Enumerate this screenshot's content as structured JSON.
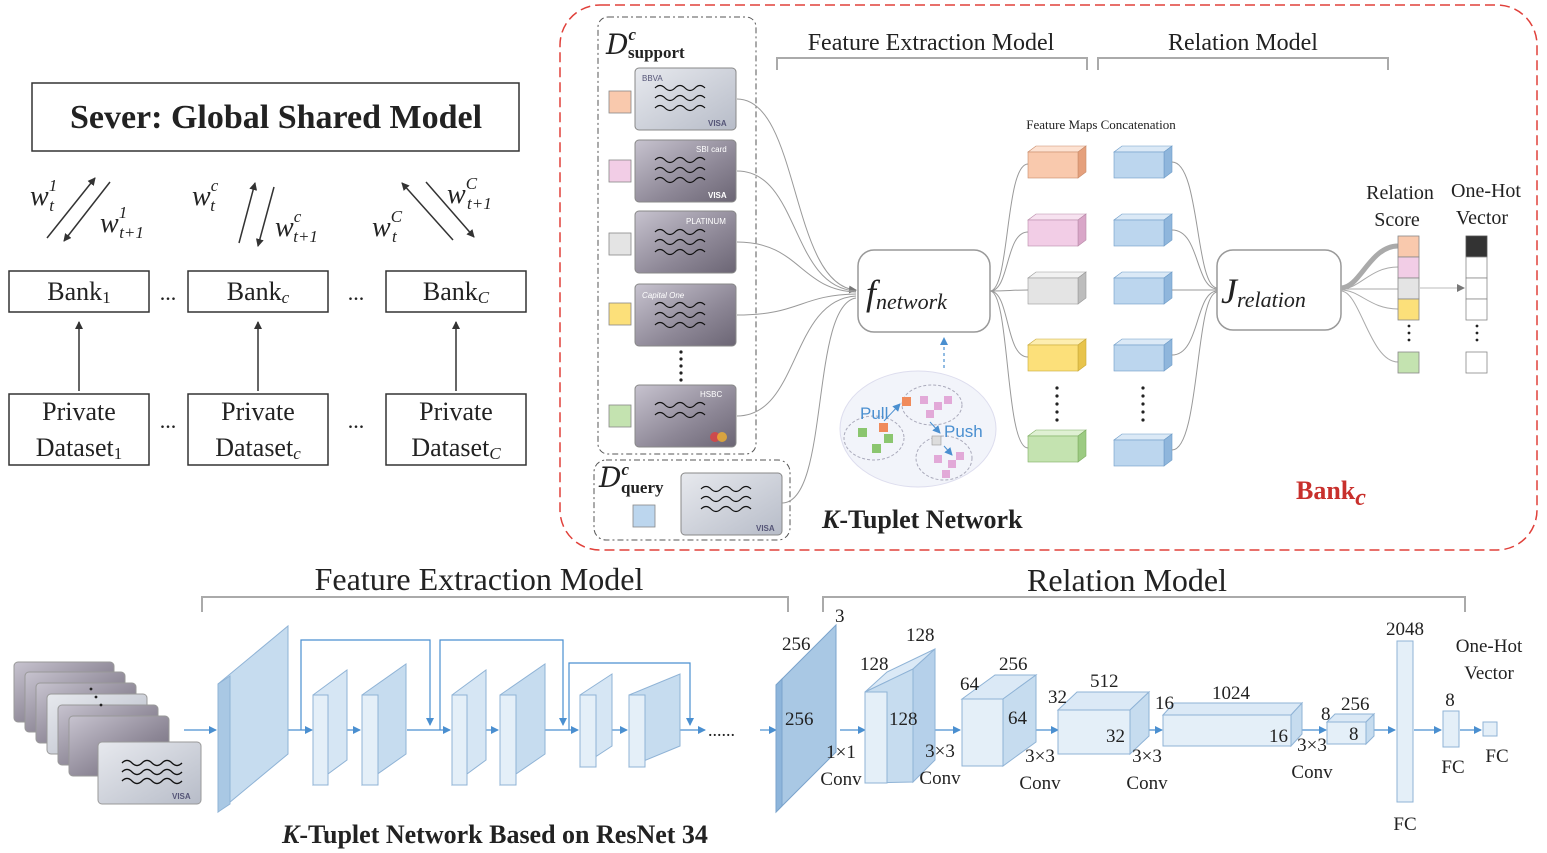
{
  "server": {
    "title": "Sever: Global Shared Model"
  },
  "weights": {
    "w1_up": "w",
    "w1_up_sub": "t",
    "w1_up_sup": "1",
    "w1_down": "w",
    "w1_down_sub": "t+1",
    "w1_down_sup": "1",
    "wc_up": "w",
    "wc_up_sub": "t",
    "wc_up_sup": "c",
    "wc_down": "w",
    "wc_down_sub": "t+1",
    "wc_down_sup": "c",
    "wC_up": "w",
    "wC_up_sub": "t",
    "wC_up_sup": "C",
    "wC_down": "w",
    "wC_down_sub": "t+1",
    "wC_down_sup": "C"
  },
  "banks": [
    {
      "name": "Bank",
      "sub": "1"
    },
    {
      "name": "Bank",
      "sub": "c"
    },
    {
      "name": "Bank",
      "sub": "C"
    }
  ],
  "datasets": [
    {
      "line1": "Private",
      "line2": "Dataset",
      "sub": "1"
    },
    {
      "line1": "Private",
      "line2": "Dataset",
      "sub": "c"
    },
    {
      "line1": "Private",
      "line2": "Dataset",
      "sub": "C"
    }
  ],
  "ellipsis": "...",
  "top_panel": {
    "support_label": "D",
    "support_sup": "c",
    "support_sub": "support",
    "query_label": "D",
    "query_sup": "c",
    "query_sub": "query",
    "feature_extraction": "Feature  Extraction Model",
    "relation_model": "Relation Model",
    "feature_maps_concat": "Feature Maps Concatenation",
    "f_network": "f",
    "f_network_sub": "network",
    "j_relation": "J",
    "j_relation_sub": "relation",
    "relation_score_1": "Relation",
    "relation_score_2": "Score",
    "one_hot_1": "One-Hot",
    "one_hot_2": "Vector",
    "pull": "Pull",
    "push": "Push",
    "ktuplet_k": "K",
    "ktuplet_rest": "-Tuplet Network",
    "bank_c": "Bank",
    "bank_c_sub": "c",
    "card_labels": [
      "BBVA",
      "SBI card",
      "PLATINUM",
      "Capital One",
      "HSBC"
    ],
    "visa": "VISA"
  },
  "bottom": {
    "feature_extraction": "Feature  Extraction Model",
    "relation_model": "Relation Model",
    "caption_k": "K",
    "caption_rest": "-Tuplet Network Based on ResNet 34",
    "dots": "......",
    "dims": {
      "b0_top": "3",
      "b0_left": "256",
      "b0_front": "256",
      "b1_top": "128",
      "b1_left": "128",
      "b1_front": "128",
      "b2_top": "256",
      "b2_left": "64",
      "b2_front": "64",
      "b3_top": "512",
      "b3_left": "32",
      "b3_front": "32",
      "b4_top": "1024",
      "b4_left": "16",
      "b4_front": "16",
      "b5_top": "256",
      "b5_left": "8",
      "b5_front": "8",
      "fc1": "2048",
      "fc2": "8",
      "one_hot_1": "One-Hot",
      "one_hot_2": "Vector"
    },
    "conv_labels": [
      {
        "k": "1×1",
        "c": "Conv"
      },
      {
        "k": "3×3",
        "c": "Conv"
      },
      {
        "k": "3×3",
        "c": "Conv"
      },
      {
        "k": "3×3",
        "c": "Conv"
      },
      {
        "k": "3×3",
        "c": "Conv"
      }
    ],
    "fc_label": "FC"
  },
  "colors": {
    "blue_fill": "#c6dcef",
    "blue_edge": "#8fb3d6",
    "arrow_blue": "#4a8fd0",
    "red_dash": "#e0403a",
    "bank_red": "#c8302c",
    "swatches": [
      "#f9c9ad",
      "#f2cde6",
      "#e4e4e4",
      "#fce07a",
      "#c4e3b0"
    ],
    "query_swatch": "#bcd6ee"
  }
}
